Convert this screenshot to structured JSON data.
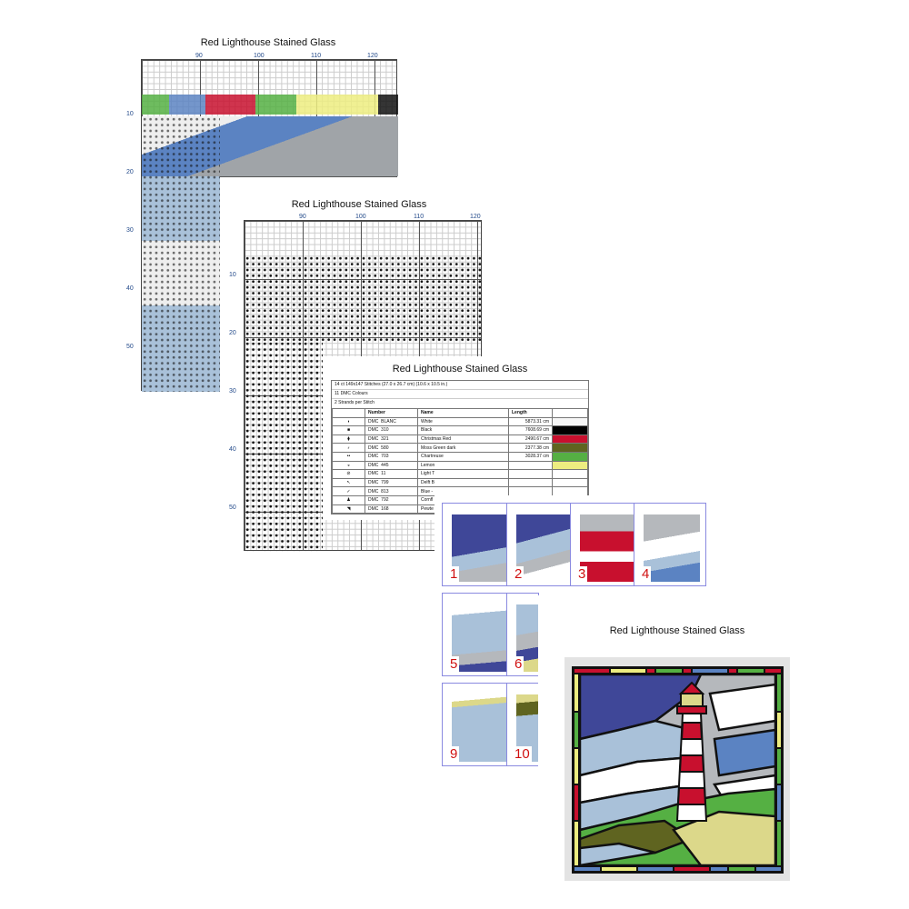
{
  "pattern_title": "Red Lighthouse Stained Glass",
  "col_ticks": [
    "90",
    "100",
    "110",
    "120"
  ],
  "row_ticks": [
    "10",
    "20",
    "30",
    "40",
    "50"
  ],
  "info": {
    "size": "14 ct 149x147 Stitches (27.0 x 26.7 cm) (10.6 x 10.5 in.)",
    "colours": "11 DMC Colours",
    "strands": "2 Strands per Stitch"
  },
  "table_headers": {
    "number": "Number",
    "name": "Name",
    "length": "Length"
  },
  "threads": [
    {
      "symbol": "◗",
      "brand": "DMC",
      "code": "BLANC",
      "name": "White",
      "length": "5873.31 cm",
      "color": "#f6f6f6"
    },
    {
      "symbol": "■",
      "brand": "DMC",
      "code": "310",
      "name": "Black",
      "length": "7608.69 cm",
      "color": "#000000"
    },
    {
      "symbol": "⧫",
      "brand": "DMC",
      "code": "321",
      "name": "Christmas Red",
      "length": "2490.67 cm",
      "color": "#c8102e"
    },
    {
      "symbol": "⸗",
      "brand": "DMC",
      "code": "580",
      "name": "Moss Green dark",
      "length": "2377.38 cm",
      "color": "#5f6420"
    },
    {
      "symbol": "••",
      "brand": "DMC",
      "code": "703",
      "name": "Chartreuse",
      "length": "3028.37 cm",
      "color": "#55b043"
    },
    {
      "symbol": "◒",
      "brand": "DMC",
      "code": "445",
      "name": "Lemon",
      "length": "",
      "color": "#eded80"
    },
    {
      "symbol": "⊘",
      "brand": "DMC",
      "code": "11",
      "name": "Light T",
      "length": "",
      "color": ""
    },
    {
      "symbol": "↖",
      "brand": "DMC",
      "code": "799",
      "name": "Delft B",
      "length": "",
      "color": ""
    },
    {
      "symbol": "✓",
      "brand": "DMC",
      "code": "813",
      "name": "Blue -",
      "length": "",
      "color": ""
    },
    {
      "symbol": "♟",
      "brand": "DMC",
      "code": "792",
      "name": "Cornfl",
      "length": "",
      "color": ""
    },
    {
      "symbol": "◥",
      "brand": "DMC",
      "code": "168",
      "name": "Pewte",
      "length": "",
      "color": ""
    }
  ],
  "thumbnails": [
    "1",
    "2",
    "3",
    "4",
    "5",
    "6",
    "9",
    "10"
  ],
  "colors": {
    "navy": "#3f4798",
    "light_blue": "#a9c1d9",
    "delft": "#5b83c2",
    "grey": "#b5b8bc",
    "red": "#c8102e",
    "lemon": "#dcd88a",
    "green": "#55b043",
    "moss": "#5f6420",
    "frame_bg": "#e3e3e3"
  }
}
